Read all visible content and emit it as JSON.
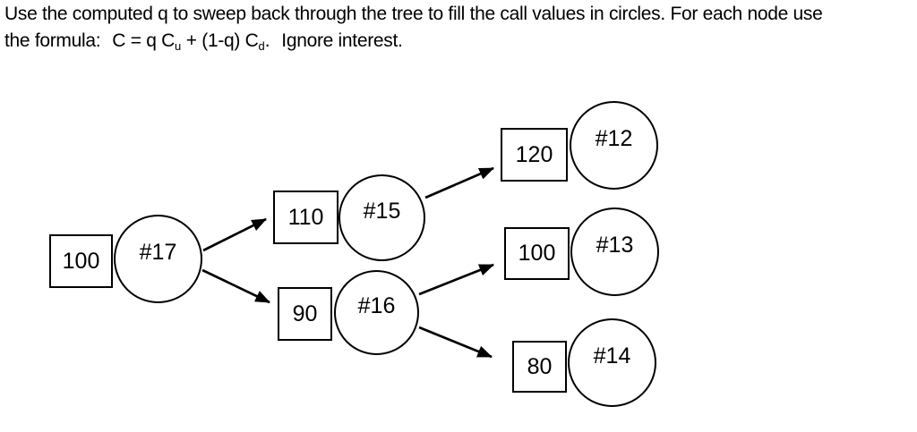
{
  "instructions": {
    "line1": "Use the computed q to sweep back through the tree to fill the call values in circles. For each node use",
    "line2": {
      "prefix": "the formula:",
      "formula_p1": "C = q C",
      "sub_u": "u",
      "formula_p2": " + (1-q) C",
      "sub_d": "d",
      "formula_p3": ".",
      "suffix": "Ignore interest."
    }
  },
  "tree": {
    "nodes": [
      {
        "id": "root",
        "price": "100",
        "call_label": "#17"
      },
      {
        "id": "up",
        "price": "110",
        "call_label": "#15"
      },
      {
        "id": "down",
        "price": "90",
        "call_label": "#16"
      },
      {
        "id": "up-up",
        "price": "120",
        "call_label": "#12"
      },
      {
        "id": "middle",
        "price": "100",
        "call_label": "#13"
      },
      {
        "id": "down-down",
        "price": "80",
        "call_label": "#14"
      }
    ],
    "edges": [
      {
        "from": "#17",
        "to": "110"
      },
      {
        "from": "#17",
        "to": "90"
      },
      {
        "from": "#15",
        "to": "120"
      },
      {
        "from": "#16",
        "to": "100"
      },
      {
        "from": "#16",
        "to": "80"
      }
    ]
  },
  "colors": {
    "line": "#000000",
    "text": "#000000",
    "background": "#ffffff"
  }
}
